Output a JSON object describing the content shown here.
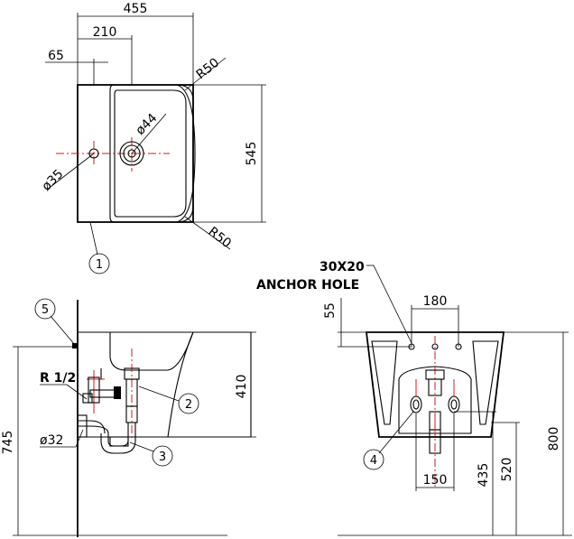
{
  "top_view": {
    "dims": {
      "overall_width": "455",
      "hole_offset": "210",
      "tap_offset": "65",
      "depth": "545",
      "radius_top": "R50",
      "radius_bottom": "R50",
      "tap_hole_dia": "ø35",
      "drain_dia": "ø44"
    },
    "callout": "1"
  },
  "side_view": {
    "dims": {
      "basin_height": "410",
      "total_height": "745",
      "waste_dia": "ø32",
      "thread": "R 1/2"
    },
    "callouts": [
      "5",
      "2",
      "3"
    ]
  },
  "front_view": {
    "anchor_label_1": "30X20",
    "anchor_label_2": "ANCHOR HOLE",
    "dims": {
      "anchor_spacing": "180",
      "anchor_drop": "55",
      "bottom_spacing": "150",
      "height_435": "435",
      "height_520": "520",
      "height_800": "800"
    },
    "callout": "4"
  },
  "colors": {
    "centerline": "#d21e1e",
    "linework": "#000000"
  }
}
